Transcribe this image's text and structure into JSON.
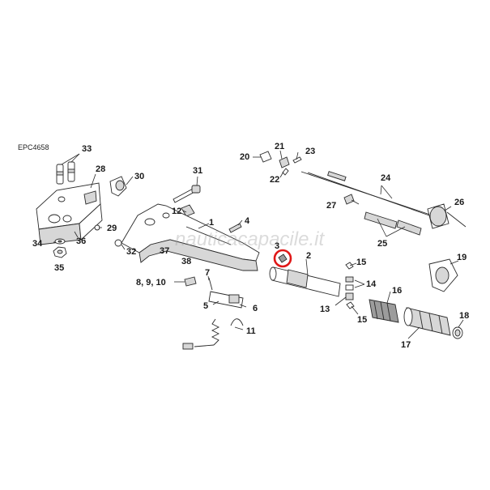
{
  "diagram": {
    "code": "EPC4658",
    "watermark": "nauticacapacile.it",
    "highlight_color": "#e01818",
    "labels": {
      "l1": "1",
      "l2": "2",
      "l3": "3",
      "l4": "4",
      "l5": "5",
      "l6": "6",
      "l7": "7",
      "l8_10": "8, 9, 10",
      "l11": "11",
      "l12": "12",
      "l13": "13",
      "l14": "14",
      "l15a": "15",
      "l15b": "15",
      "l16": "16",
      "l17": "17",
      "l18": "18",
      "l19": "19",
      "l20": "20",
      "l21": "21",
      "l22": "22",
      "l23": "23",
      "l24": "24",
      "l25": "25",
      "l26": "26",
      "l27": "27",
      "l28": "28",
      "l29": "29",
      "l30": "30",
      "l31": "31",
      "l32": "32",
      "l33": "33",
      "l34": "34",
      "l35": "35",
      "l36": "36",
      "l37": "37",
      "l38": "38"
    }
  }
}
